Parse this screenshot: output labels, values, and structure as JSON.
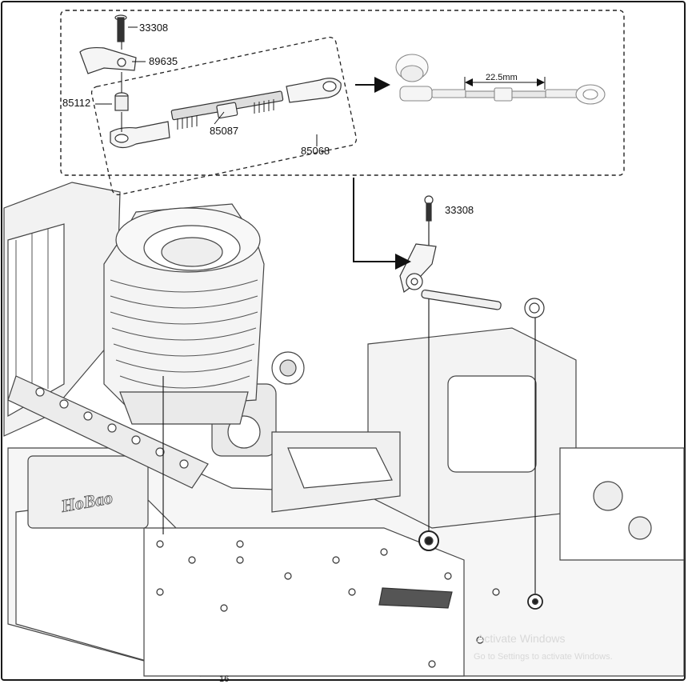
{
  "callout": {
    "parts": {
      "screw": "33308",
      "arm": "89635",
      "ball": "85112",
      "rod": "85087",
      "linkage_set": "85068"
    },
    "dimension": "22.5mm"
  },
  "main": {
    "screw": "33308",
    "brand": "HoBao"
  },
  "page_number": "16",
  "watermark": {
    "line1": "Activate Windows",
    "line2": "Go to Settings to activate Windows."
  }
}
